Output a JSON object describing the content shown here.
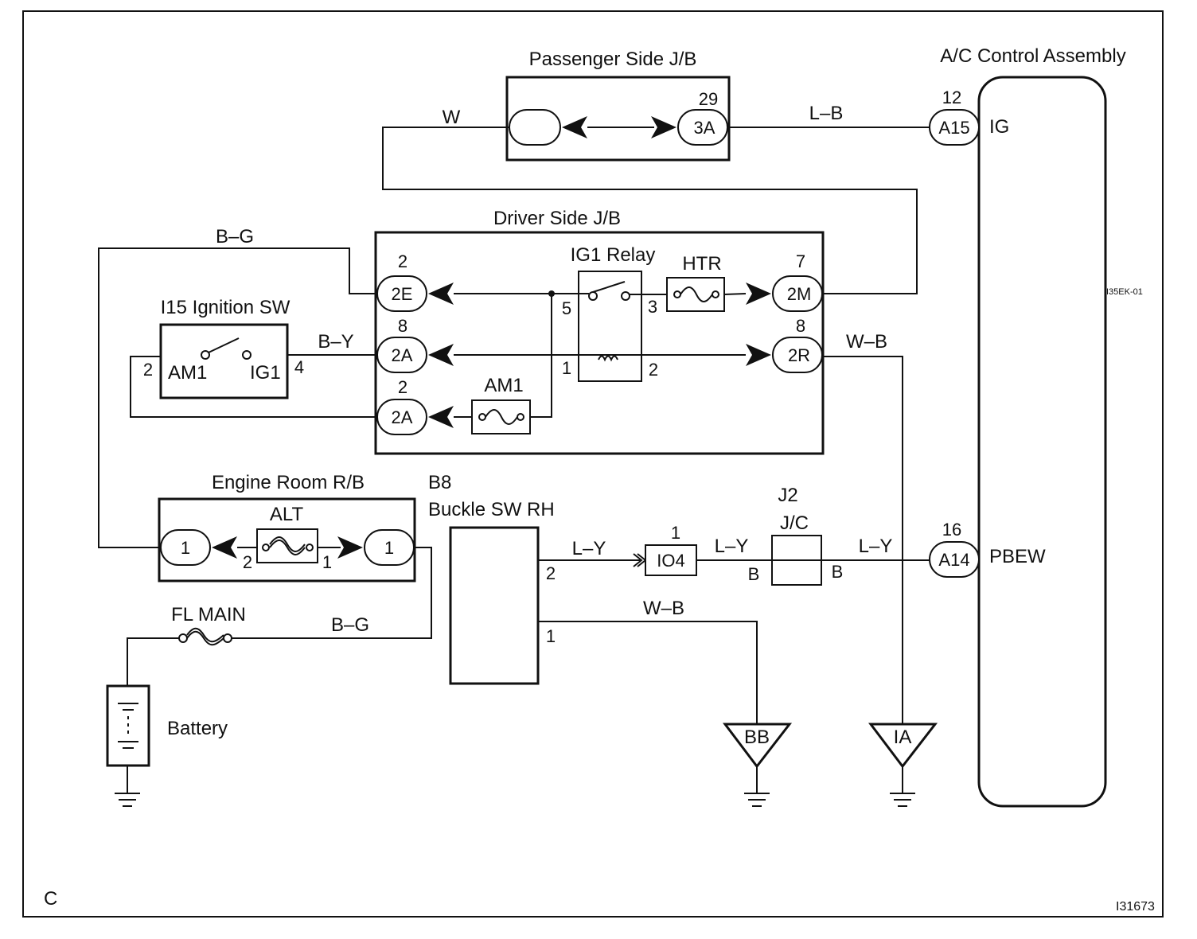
{
  "passenger_jb": {
    "title": "Passenger Side J/B",
    "pin": "29",
    "connector": "3A"
  },
  "driver_jb": {
    "title": "Driver Side J/B",
    "conn_2e": {
      "pin": "2",
      "label": "2E"
    },
    "conn_2a_upper": {
      "pin": "8",
      "label": "2A"
    },
    "conn_2a_lower": {
      "pin": "2",
      "label": "2A"
    },
    "conn_2m": {
      "pin": "7",
      "label": "2M"
    },
    "conn_2r": {
      "pin": "8",
      "label": "2R"
    },
    "relay": {
      "title": "IG1 Relay",
      "pin5": "5",
      "pin3": "3",
      "pin1": "1",
      "pin2": "2"
    },
    "htr_fuse": "HTR",
    "am1_fuse": "AM1"
  },
  "ac_control": {
    "title": "A/C Control Assembly",
    "ig_pin": "12",
    "ig_conn": "A15",
    "ig_label": "IG",
    "pbew_pin": "16",
    "pbew_conn": "A14",
    "pbew_label": "PBEW",
    "side_code": "I35EK-01"
  },
  "ignition_sw": {
    "title": "I15 Ignition SW",
    "am1": "AM1",
    "ig1": "IG1",
    "pin_left": "2",
    "pin_right": "4"
  },
  "engine_room_rb": {
    "title": "Engine Room R/B",
    "alt": "ALT",
    "left_conn": "1",
    "right_conn": "1",
    "pin_left": "2",
    "pin_right": "1"
  },
  "buckle_sw": {
    "code": "B8",
    "title": "Buckle SW RH",
    "pin2": "2",
    "pin1": "1"
  },
  "io4": {
    "pin": "1",
    "label": "IO4"
  },
  "jc": {
    "code": "J2",
    "title": "J/C",
    "left_b": "B",
    "right_b": "B"
  },
  "fl_main": "FL MAIN",
  "battery": "Battery",
  "grounds": {
    "bb": "BB",
    "ia": "IA"
  },
  "wire_colors": {
    "w": "W",
    "lb": "L–B",
    "bg_top": "B–G",
    "by": "B–Y",
    "wb_right": "W–B",
    "ly_1": "L–Y",
    "ly_2": "L–Y",
    "ly_3": "L–Y",
    "wb_buckle": "W–B",
    "bg_bottom": "B–G"
  },
  "corner": {
    "left": "C",
    "right": "I31673"
  }
}
